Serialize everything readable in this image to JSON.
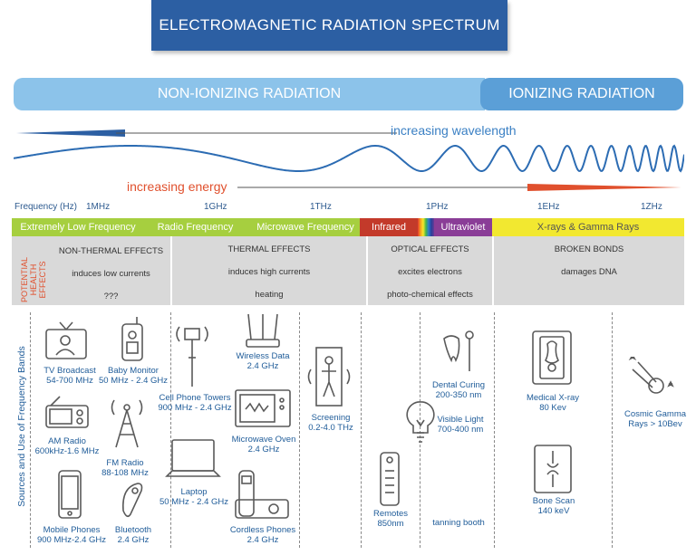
{
  "title": "ELECTROMAGNETIC RADIATION SPECTRUM",
  "regions": {
    "non_ionizing": "NON-IONIZING RADIATION",
    "ionizing": "IONIZING RADIATION"
  },
  "wavelength_label": "increasing wavelength",
  "energy_label": "increasing energy",
  "frequency": {
    "label": "Frequency (Hz)",
    "ticks": [
      "1MHz",
      "1GHz",
      "1THz",
      "1PHz",
      "1EHz",
      "1ZHz"
    ]
  },
  "bands": [
    {
      "label": "Extremely Low Frequency",
      "color": "#a6cf3f"
    },
    {
      "label": "Radio Frequency",
      "color": "#a6cf3f"
    },
    {
      "label": "Microwave Frequency",
      "color": "#a6cf3f"
    },
    {
      "label": "Infrared",
      "color": "#c33a2a"
    },
    {
      "label": "Ultraviolet",
      "color": "#8a3d97"
    },
    {
      "label": "X-rays & Gamma Rays",
      "color": "#f2e830"
    }
  ],
  "health_label": "POTENTIAL HEALTH EFFECTS",
  "effects": [
    {
      "heading": "NON-THERMAL EFFECTS",
      "lines": [
        "induces low currents",
        "???"
      ]
    },
    {
      "heading": "THERMAL EFFECTS",
      "lines": [
        "induces high currents",
        "heating"
      ]
    },
    {
      "heading": "OPTICAL EFFECTS",
      "lines": [
        "excites electrons",
        "photo-chemical effects"
      ]
    },
    {
      "heading": "BROKEN BONDS",
      "lines": [
        "damages DNA"
      ]
    }
  ],
  "sources_label": "Sources and Use of Frequency Bands",
  "sources": {
    "tv": [
      "TV Broadcast",
      "54-700 MHz"
    ],
    "baby": [
      "Baby Monitor",
      "50 MHz - 2.4 GHz"
    ],
    "cell": [
      "Cell Phone Towers",
      "900 MHz - 2.4 GHz"
    ],
    "wireless": [
      "Wireless Data",
      "2.4 GHz"
    ],
    "am": [
      "AM Radio",
      "600kHz-1.6 MHz"
    ],
    "fm": [
      "FM Radio",
      "88-108 MHz"
    ],
    "laptop": [
      "Laptop",
      "50 MHz - 2.4 GHz"
    ],
    "microwave": [
      "Microwave Oven",
      "2.4 GHz"
    ],
    "screening": [
      "Screening",
      "0.2-4.0 THz"
    ],
    "mobile": [
      "Mobile Phones",
      "900 MHz-2.4 GHz"
    ],
    "bluetooth": [
      "Bluetooth",
      "2.4 GHz"
    ],
    "cordless": [
      "Cordless Phones",
      "2.4 GHz"
    ],
    "remotes": [
      "Remotes",
      "850nm"
    ],
    "dental": [
      "Dental Curing",
      "200-350 nm"
    ],
    "visible": [
      "Visible Light",
      "700-400 nm"
    ],
    "tanning": [
      "tanning booth"
    ],
    "xray": [
      "Medical X-ray",
      "80 Kev"
    ],
    "bone": [
      "Bone Scan",
      "140 keV"
    ],
    "gamma": [
      "Cosmic Gamma",
      "Rays > 10Bev"
    ]
  }
}
